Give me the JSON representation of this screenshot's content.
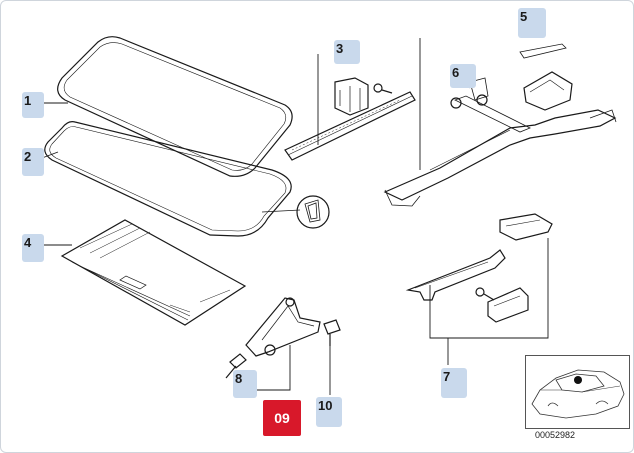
{
  "diagram": {
    "callouts": [
      {
        "id": "1",
        "label": "1"
      },
      {
        "id": "2",
        "label": "2"
      },
      {
        "id": "3",
        "label": "3"
      },
      {
        "id": "4",
        "label": "4"
      },
      {
        "id": "5",
        "label": "5"
      },
      {
        "id": "6",
        "label": "6"
      },
      {
        "id": "7",
        "label": "7"
      },
      {
        "id": "8",
        "label": "8"
      },
      {
        "id": "9",
        "label": "09",
        "selected": true
      },
      {
        "id": "10",
        "label": "10"
      }
    ],
    "diagram_number": "00052982",
    "colors": {
      "callout": "#c9d9ec",
      "selected": "#d8182a",
      "line": "#1a1a1a"
    }
  }
}
